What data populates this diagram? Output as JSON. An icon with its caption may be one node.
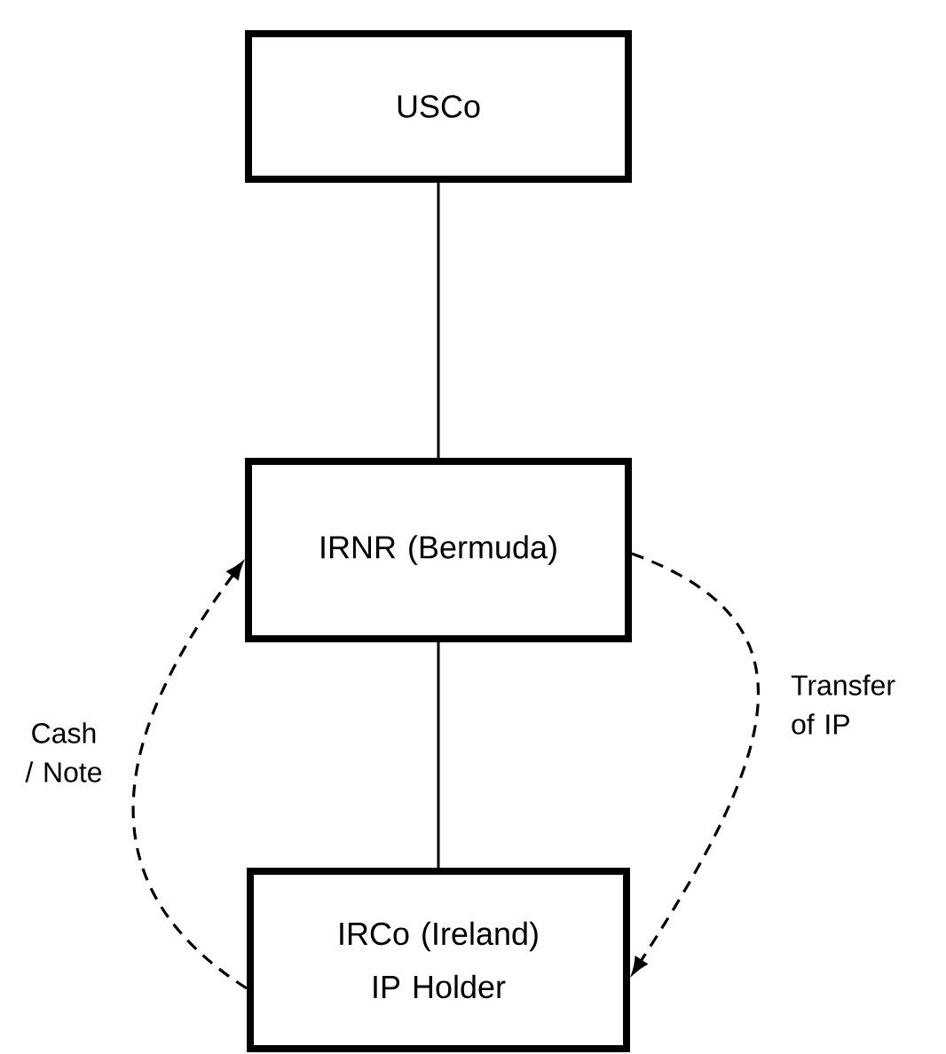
{
  "diagram": {
    "nodes": [
      {
        "text": [
          "USCo"
        ]
      },
      {
        "text": [
          "IRNR (Bermuda)"
        ]
      },
      {
        "text": [
          "IRCo (Ireland) IP Holder"
        ]
      }
    ],
    "edges": [
      {
        "from": 0,
        "to": 1,
        "arrow": "none"
      },
      {
        "from": 1,
        "to": 2,
        "arrow": "none"
      },
      {
        "from": 2,
        "to": 1,
        "arrow": "to",
        "style": "dashed",
        "label": "Cash / Note"
      },
      {
        "from": 1,
        "to": 2,
        "arrow": "to",
        "style": "dashed",
        "label": "Transfer of IP"
      }
    ]
  }
}
